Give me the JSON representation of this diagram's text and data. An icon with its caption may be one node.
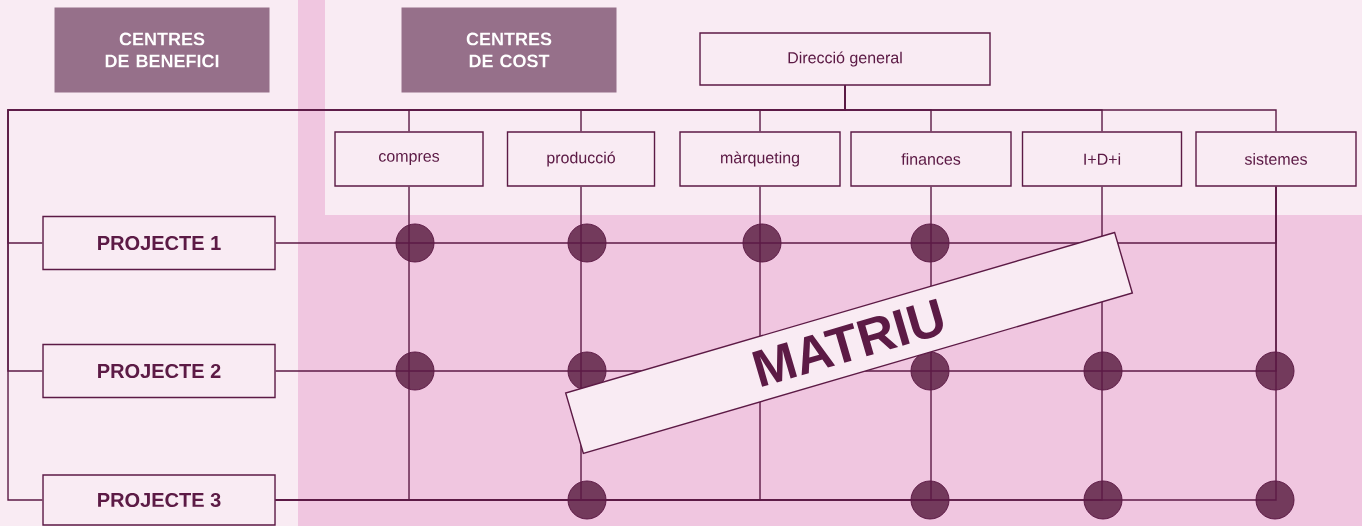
{
  "diagram": {
    "nodes": [
      {
        "text": [
          "CENTRES DE BENEFICI"
        ]
      },
      {
        "text": [
          "CENTRES DE COST"
        ]
      },
      {
        "text": [
          "Direcció general"
        ]
      },
      {
        "text": [
          "compres"
        ]
      },
      {
        "text": [
          "producció"
        ]
      },
      {
        "text": [
          "màrqueting"
        ]
      },
      {
        "text": [
          "finances"
        ]
      },
      {
        "text": [
          "I+D+i"
        ]
      },
      {
        "text": [
          "sistemes"
        ]
      },
      {
        "text": [
          "PROJECTE 1"
        ]
      },
      {
        "text": [
          "PROJECTE 2"
        ]
      },
      {
        "text": [
          "PROJECTE 3"
        ]
      }
    ],
    "labels": [
      "MATRIU"
    ],
    "edges": [
      {
        "from": 2,
        "to": 3,
        "arrow": "none"
      },
      {
        "from": 2,
        "to": 4,
        "arrow": "none"
      },
      {
        "from": 2,
        "to": 5,
        "arrow": "none"
      },
      {
        "from": 2,
        "to": 6,
        "arrow": "none"
      },
      {
        "from": 2,
        "to": 7,
        "arrow": "none"
      },
      {
        "from": 2,
        "to": 8,
        "arrow": "none"
      },
      {
        "from": 2,
        "to": 9,
        "arrow": "none"
      },
      {
        "from": 2,
        "to": 10,
        "arrow": "none"
      },
      {
        "from": 2,
        "to": 11,
        "arrow": "none"
      },
      {
        "from": 3,
        "to": 11,
        "arrow": "none"
      },
      {
        "from": 4,
        "to": 11,
        "arrow": "none"
      },
      {
        "from": 5,
        "to": 11,
        "arrow": "none"
      },
      {
        "from": 6,
        "to": 11,
        "arrow": "none"
      },
      {
        "from": 7,
        "to": 11,
        "arrow": "none"
      },
      {
        "from": 9,
        "to": 8,
        "arrow": "none"
      },
      {
        "from": 10,
        "to": 8,
        "arrow": "none"
      },
      {
        "from": 11,
        "to": 8,
        "arrow": "none"
      }
    ]
  }
}
